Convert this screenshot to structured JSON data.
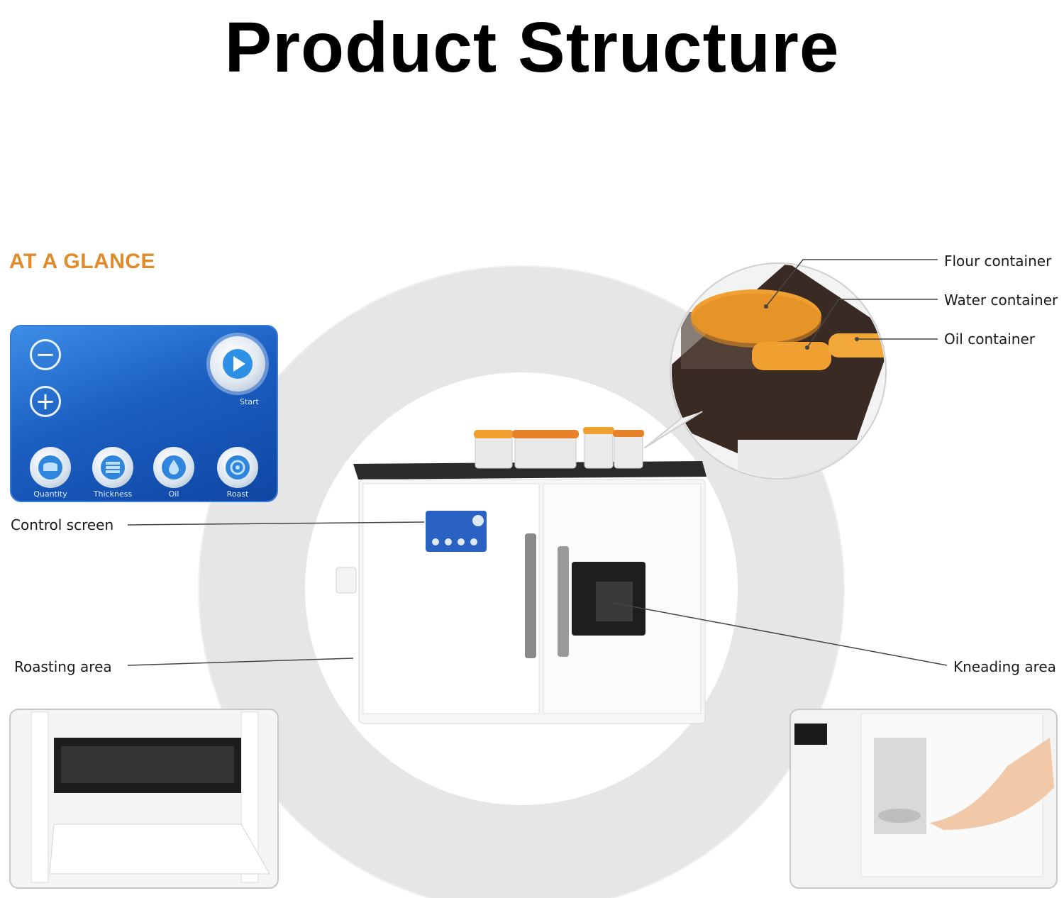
{
  "title": "Product Structure",
  "section_heading": "AT A GLANCE",
  "control_panel": {
    "start_label": "Start",
    "buttons": [
      "Quantity",
      "Thickness",
      "Oil",
      "Roast"
    ]
  },
  "callouts": {
    "flour": "Flour container",
    "water": "Water container",
    "oil": "Oil container",
    "control": "Control screen",
    "roasting": "Roasting area",
    "kneading": "Kneading area"
  },
  "colors": {
    "heading_orange": "#e08a2a",
    "panel_blue": "#1b5fc2",
    "lid_orange": "#f0a030"
  },
  "icons": [
    "minus-icon",
    "plus-icon",
    "play-icon",
    "quantity-icon",
    "thickness-icon",
    "oil-drop-icon",
    "roast-icon"
  ]
}
